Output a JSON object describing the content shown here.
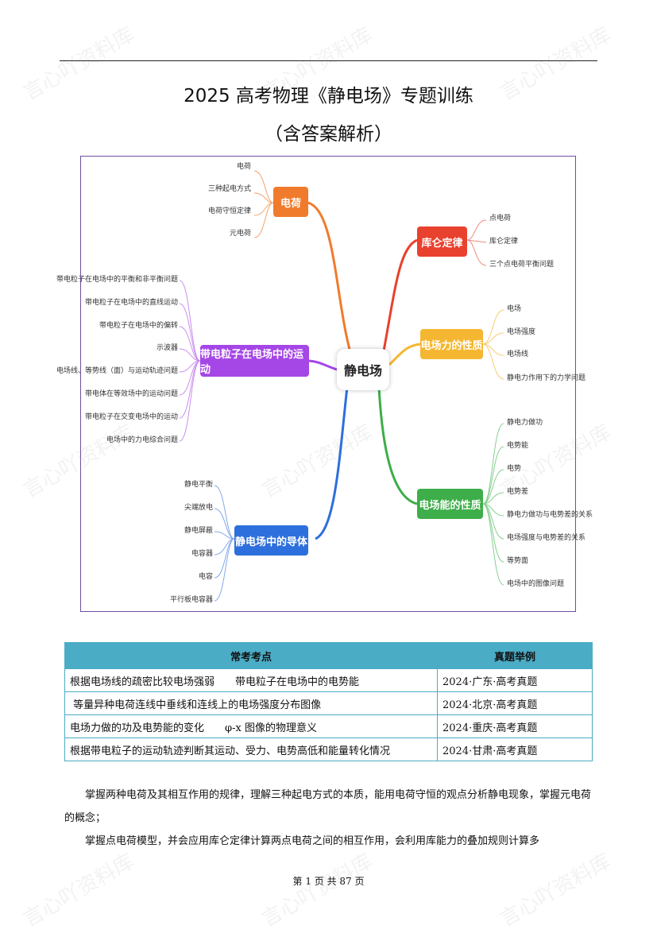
{
  "document": {
    "title_line1": "2025 高考物理《静电场》专题训练",
    "title_line2": "（含答案解析）"
  },
  "mindmap": {
    "center": "静电场",
    "branches": {
      "charge": {
        "label": "电荷",
        "color": "#f07b2c",
        "leaves": [
          "电荷",
          "三种起电方式",
          "电荷守恒定律",
          "元电荷"
        ]
      },
      "coulomb": {
        "label": "库仑定律",
        "color": "#e8412e",
        "leaves": [
          "点电荷",
          "库仑定律",
          "三个点电荷平衡问题"
        ]
      },
      "force": {
        "label": "电场力的性质",
        "color": "#f5b731",
        "leaves": [
          "电场",
          "电场强度",
          "电场线",
          "静电力作用下的力学问题"
        ]
      },
      "energy": {
        "label": "电场能的性质",
        "color": "#3dae49",
        "leaves": [
          "静电力做功",
          "电势能",
          "电势",
          "电势差",
          "静电力做功与电势差的关系",
          "电场强度与电势差的关系",
          "等势面",
          "电场中的图像问题"
        ]
      },
      "motion": {
        "label": "带电粒子在电场中的运动",
        "color": "#a546e6",
        "leaves": [
          "带电粒子在电场中的平衡和非平衡问题",
          "带电粒子在电场中的直线运动",
          "带电粒子在电场中的偏转",
          "示波器",
          "电场线、等势线（面）与运动轨迹问题",
          "带电体在等效场中的运动问题",
          "带电粒子在交变电场中的运动",
          "电场中的力电综合问题"
        ]
      },
      "conductor": {
        "label": "静电场中的导体",
        "color": "#2d6fdc",
        "leaves": [
          "静电平衡",
          "尖端放电",
          "静电屏蔽",
          "电容器",
          "电容",
          "平行板电容器"
        ]
      }
    }
  },
  "table": {
    "headers": [
      "常考考点",
      "真题举例"
    ],
    "rows": [
      [
        "根据电场线的疏密比较电场强弱　　带电粒子在电场中的电势能",
        "2024·广东·高考真题"
      ],
      [
        " 等量异种电荷连线中垂线和连线上的电场强度分布图像",
        "2024·北京·高考真题"
      ],
      [
        "电场力做的功及电势能的变化　　φ-x 图像的物理意义",
        "2024·重庆·高考真题"
      ],
      [
        "根据带电粒子的运动轨迹判断其运动、受力、电势高低和能量转化情况",
        "2024·甘肃·高考真题"
      ]
    ]
  },
  "paragraphs": [
    "掌握两种电荷及其相互作用的规律，理解三种起电方式的本质，能用电荷守恒的观点分析静电现象，掌握元电荷的概念；",
    "掌握点电荷模型，并会应用库仑定律计算两点电荷之间的相互作用，会利用库能力的叠加规则计算多"
  ],
  "footer": "第 1 页 共 87 页",
  "watermark": "言心吖资料库"
}
